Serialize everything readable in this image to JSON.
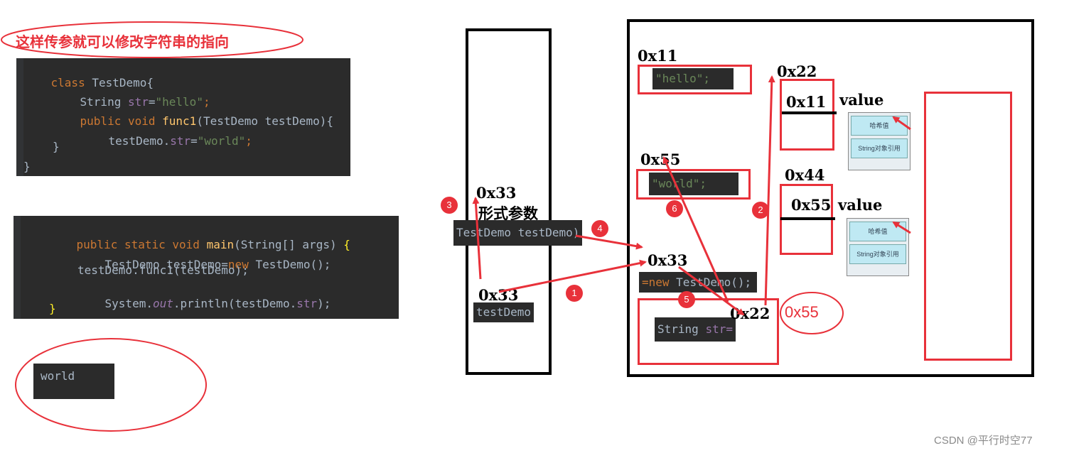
{
  "caption": "这样传参就可以修改字符串的指向",
  "class_code": {
    "l1_kw": "class",
    "l1_rest": " TestDemo{",
    "l2_type": "String ",
    "l2_field": "str",
    "l2_eq": "=",
    "l2_val": "\"hello\"",
    "l2_semi": ";",
    "l3_kw1": "public ",
    "l3_kw2": "void ",
    "l3_fn": "func1",
    "l3_rest": "(TestDemo testDemo){",
    "l4_obj": "testDemo.",
    "l4_field": "str",
    "l4_eq": "=",
    "l4_val": "\"world\"",
    "l4_semi": ";",
    "l5": "}",
    "l6": "}"
  },
  "main_code": {
    "l1_kw": "public static void ",
    "l1_fn": "main",
    "l1_rest": "(String[] args) ",
    "l1_brace": "{",
    "l2_a": "TestDemo testDemo=",
    "l2_kw": "new ",
    "l2_b": "TestDemo();",
    "l3": "testDemo.func1(testDemo);",
    "l4_a": "System.",
    "l4_out": "out",
    "l4_b": ".println(testDemo.",
    "l4_field": "str",
    "l4_c": ");",
    "l5": "}"
  },
  "output": "world",
  "stack": {
    "addr_param": "0x33",
    "param_label": "形式参数",
    "param_chip": "TestDemo testDemo)",
    "addr_local": "0x33",
    "local_chip": "testDemo"
  },
  "heap": {
    "addr_hello": "0x11",
    "hello_chip": "\"hello\";",
    "addr_world": "0x55",
    "world_chip": "\"world\";",
    "addr_obj": "0x33",
    "obj_chip_kw": "=new ",
    "obj_chip_rest": "TestDemo();",
    "str_chip_type": "String ",
    "str_chip_field": "str=",
    "addr_field": "0x22",
    "addr_new": "0x55",
    "addr_arr1": "0x22",
    "arr1_value": "0x11",
    "value_label_1": "value",
    "addr_arr2": "0x44",
    "arr2_value": "0x55",
    "value_label_2": "value",
    "mini_hash": "哈希值",
    "mini_ref": "String对象引用"
  },
  "badges": [
    "1",
    "2",
    "3",
    "4",
    "5",
    "6"
  ],
  "watermark": "CSDN @平行时空77",
  "colors": {
    "accent_red": "#e8313a",
    "code_bg": "#2b2b2b"
  }
}
